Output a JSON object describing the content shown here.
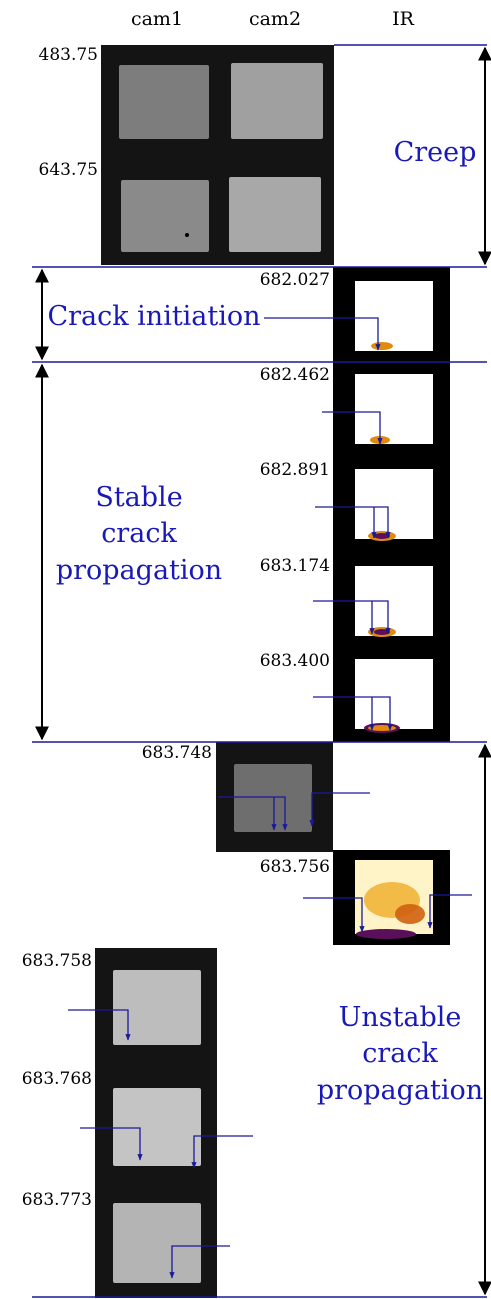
{
  "headers": {
    "cam1": "cam1",
    "cam2": "cam2",
    "ir": "IR"
  },
  "phases": {
    "creep": "Creep",
    "initiation": "Crack initiation",
    "stable": [
      "Stable",
      "crack",
      "propagation"
    ],
    "unstable": [
      "Unstable",
      "crack",
      "propagation"
    ]
  },
  "timestamps": {
    "t483_75": "483.75",
    "t643_75": "643.75",
    "t682_027": "682.027",
    "t682_462": "682.462",
    "t682_891": "682.891",
    "t683_174": "683.174",
    "t683_400": "683.400",
    "t683_748": "683.748",
    "t683_756": "683.756",
    "t683_758": "683.758",
    "t683_768": "683.768",
    "t683_773": "683.773"
  },
  "colors": {
    "phase_text": "#1919b8",
    "line": "#1a1a99",
    "ir_hot": "#e08a10",
    "ir_core": "#5a0f5a"
  }
}
